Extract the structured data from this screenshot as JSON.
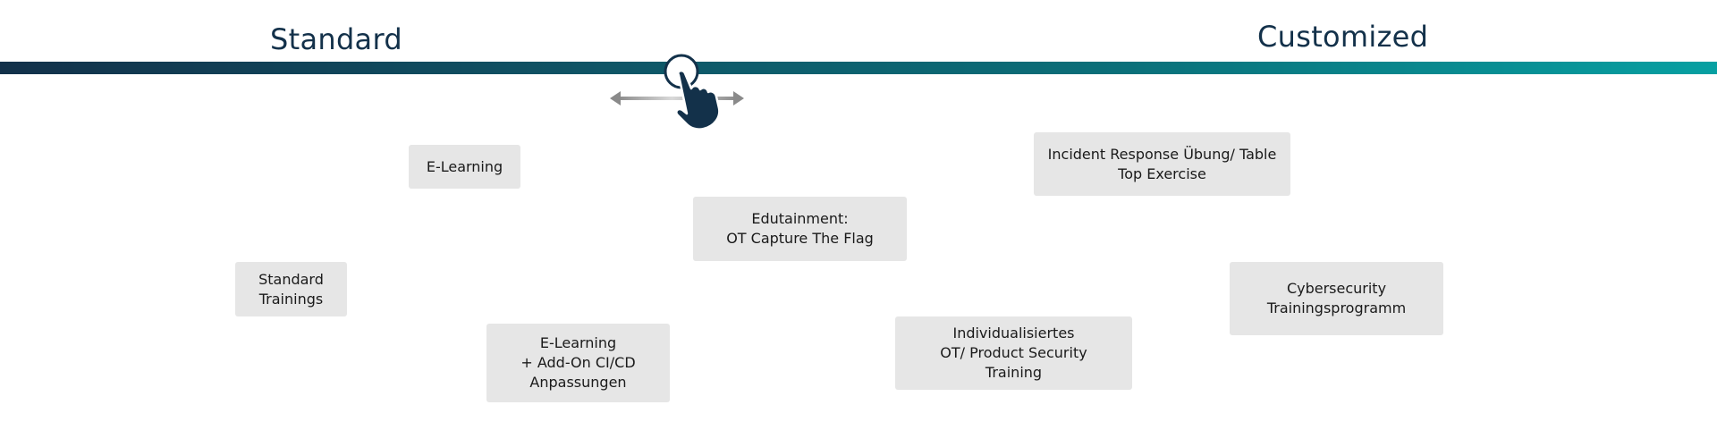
{
  "spectrum": {
    "left_label": "Standard",
    "right_label": "Customized",
    "gradient_start": "#13314a",
    "gradient_end": "#07a0a2"
  },
  "slider": {
    "icon": "hand-pointer-icon",
    "arrows": "double-headed-arrow-icon"
  },
  "offerings": [
    {
      "label": "E-Learning"
    },
    {
      "label": "Incident Response Übung/ Table\nTop Exercise"
    },
    {
      "label": "Edutainment:\nOT Capture The Flag"
    },
    {
      "label": "Standard\nTrainings"
    },
    {
      "label": "Cybersecurity\nTrainingsprogramm"
    },
    {
      "label": "E-Learning\n+ Add-On  CI/CD\nAnpassungen"
    },
    {
      "label": "Individualisiertes\nOT/ Product Security\nTraining"
    }
  ],
  "colors": {
    "box_fill": "#e6e6e6",
    "text_dark": "#13314a"
  }
}
